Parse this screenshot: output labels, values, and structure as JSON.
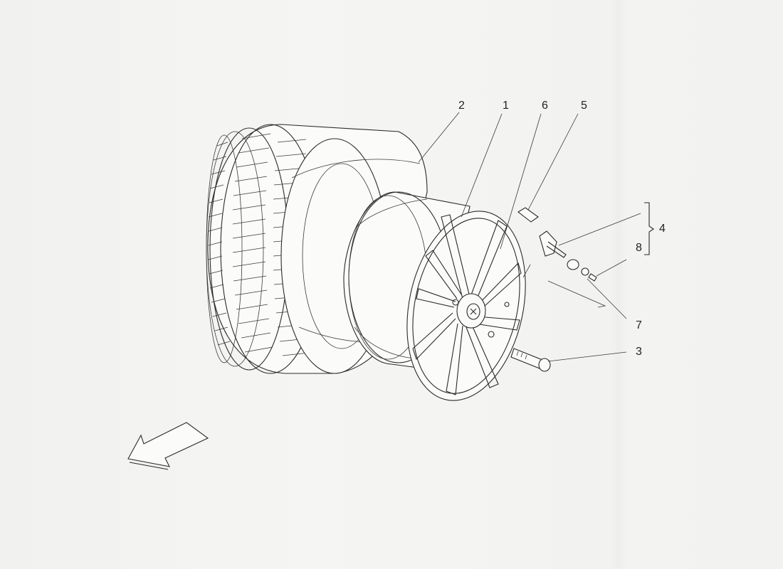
{
  "callouts": {
    "c1": "1",
    "c2": "2",
    "c3": "3",
    "c4": "4",
    "c5": "5",
    "c6": "6",
    "c7": "7",
    "c8": "8"
  },
  "icons": {
    "direction_arrow": "arrow-down-left-icon"
  }
}
